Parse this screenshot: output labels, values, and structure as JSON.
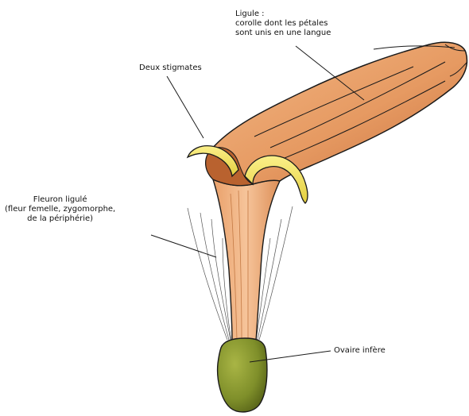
{
  "labels": {
    "ligule": {
      "line1": "Ligule :",
      "line2": "corolle dont les pétales",
      "line3": "sont unis en une langue"
    },
    "stigmates": {
      "line1": "Deux stigmates"
    },
    "fleuron": {
      "line1": "Fleuron ligulé",
      "line2": "(fleur femelle, zygomorphe,",
      "line3": "de la périphérie)"
    },
    "ovaire": {
      "line1": "Ovaire infère"
    }
  },
  "colors": {
    "ligule_fill": "#e69a62",
    "ligule_shadow": "#c9703e",
    "tube_fill": "#f0b07c",
    "stigma_fill": "#f4e36a",
    "ovary_fill": "#7f8f2a",
    "outline": "#1a1a1a"
  },
  "icons": {
    "flower": "ligulate-floret-illustration"
  }
}
